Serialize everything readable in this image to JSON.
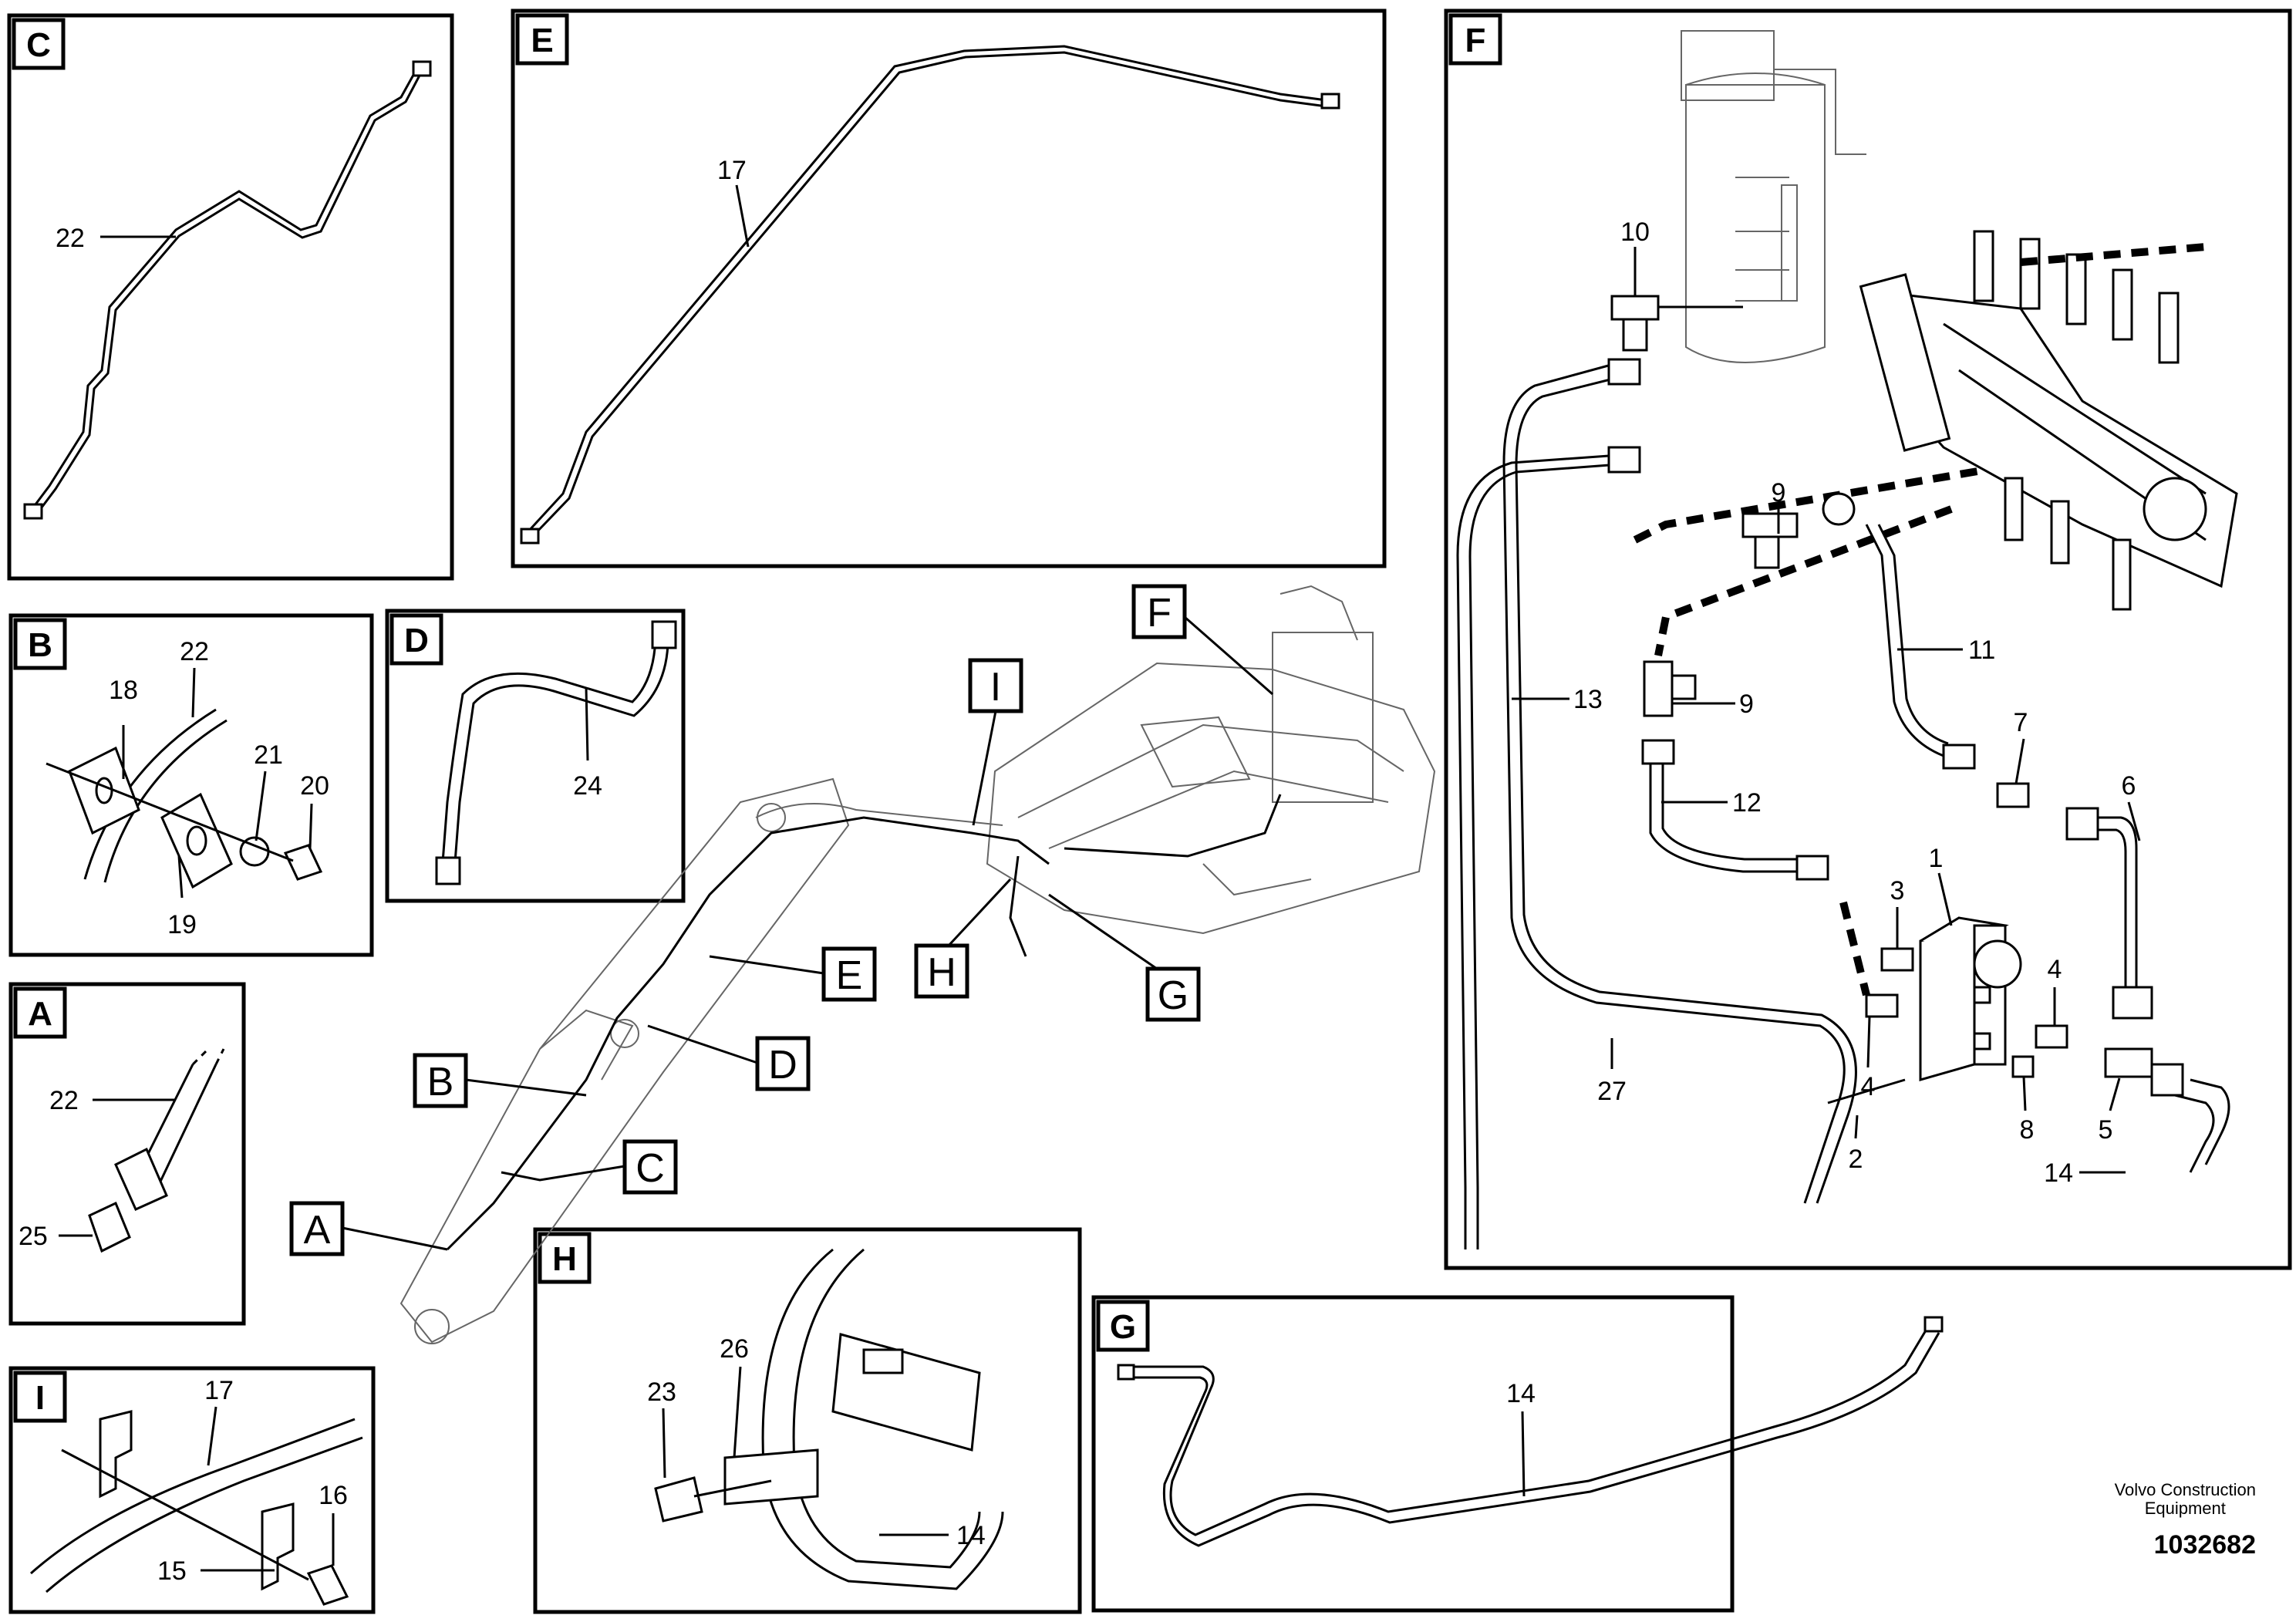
{
  "panels": {
    "C": {
      "letter": "C",
      "callouts": [
        "22"
      ]
    },
    "E": {
      "letter": "E",
      "callouts": [
        "17"
      ]
    },
    "F": {
      "letter": "F",
      "callouts": [
        "10",
        "9",
        "9",
        "11",
        "13",
        "7",
        "6",
        "12",
        "1",
        "3",
        "4",
        "4",
        "27",
        "8",
        "2",
        "5",
        "14"
      ]
    },
    "B": {
      "letter": "B",
      "callouts": [
        "22",
        "18",
        "21",
        "20",
        "19"
      ]
    },
    "D": {
      "letter": "D",
      "callouts": [
        "24"
      ]
    },
    "A": {
      "letter": "A",
      "callouts": [
        "22",
        "25"
      ]
    },
    "I": {
      "letter": "I",
      "callouts": [
        "17",
        "16",
        "15"
      ]
    },
    "H": {
      "letter": "H",
      "callouts": [
        "26",
        "23",
        "14"
      ]
    },
    "G": {
      "letter": "G",
      "callouts": [
        "14"
      ]
    }
  },
  "machine_refs": [
    "F",
    "I",
    "E",
    "H",
    "G",
    "D",
    "B",
    "C",
    "A"
  ],
  "brand": {
    "line1": "Volvo Construction",
    "line2": "Equipment",
    "drawing_number": "1032682"
  }
}
